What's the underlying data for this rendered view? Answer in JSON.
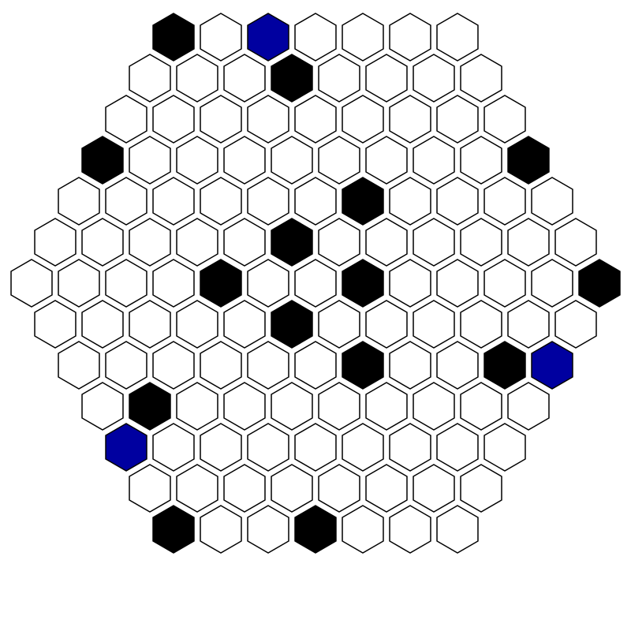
{
  "board": {
    "shape": "hexagon",
    "side_length": 7,
    "row_lengths": [
      7,
      8,
      9,
      10,
      11,
      12,
      13,
      12,
      11,
      10,
      9,
      8,
      7
    ],
    "colors": {
      "empty": "#ffffff",
      "black": "#000000",
      "blue": "#0000a0",
      "outline": "#000000"
    },
    "rows": [
      [
        "black",
        "empty",
        "blue",
        "empty",
        "empty",
        "empty",
        "empty"
      ],
      [
        "empty",
        "empty",
        "empty",
        "black",
        "empty",
        "empty",
        "empty",
        "empty"
      ],
      [
        "empty",
        "empty",
        "empty",
        "empty",
        "empty",
        "empty",
        "empty",
        "empty",
        "empty"
      ],
      [
        "black",
        "empty",
        "empty",
        "empty",
        "empty",
        "empty",
        "empty",
        "empty",
        "empty",
        "black"
      ],
      [
        "empty",
        "empty",
        "empty",
        "empty",
        "empty",
        "empty",
        "black",
        "empty",
        "empty",
        "empty",
        "empty"
      ],
      [
        "empty",
        "empty",
        "empty",
        "empty",
        "empty",
        "black",
        "empty",
        "empty",
        "empty",
        "empty",
        "empty",
        "empty"
      ],
      [
        "empty",
        "empty",
        "empty",
        "empty",
        "black",
        "empty",
        "empty",
        "black",
        "empty",
        "empty",
        "empty",
        "empty",
        "black"
      ],
      [
        "empty",
        "empty",
        "empty",
        "empty",
        "empty",
        "black",
        "empty",
        "empty",
        "empty",
        "empty",
        "empty",
        "empty"
      ],
      [
        "empty",
        "empty",
        "empty",
        "empty",
        "empty",
        "empty",
        "black",
        "empty",
        "empty",
        "black",
        "blue"
      ],
      [
        "empty",
        "black",
        "empty",
        "empty",
        "empty",
        "empty",
        "empty",
        "empty",
        "empty",
        "empty"
      ],
      [
        "blue",
        "empty",
        "empty",
        "empty",
        "empty",
        "empty",
        "empty",
        "empty",
        "empty"
      ],
      [
        "empty",
        "empty",
        "empty",
        "empty",
        "empty",
        "empty",
        "empty",
        "empty"
      ],
      [
        "black",
        "empty",
        "empty",
        "black",
        "empty",
        "empty",
        "empty"
      ]
    ]
  }
}
